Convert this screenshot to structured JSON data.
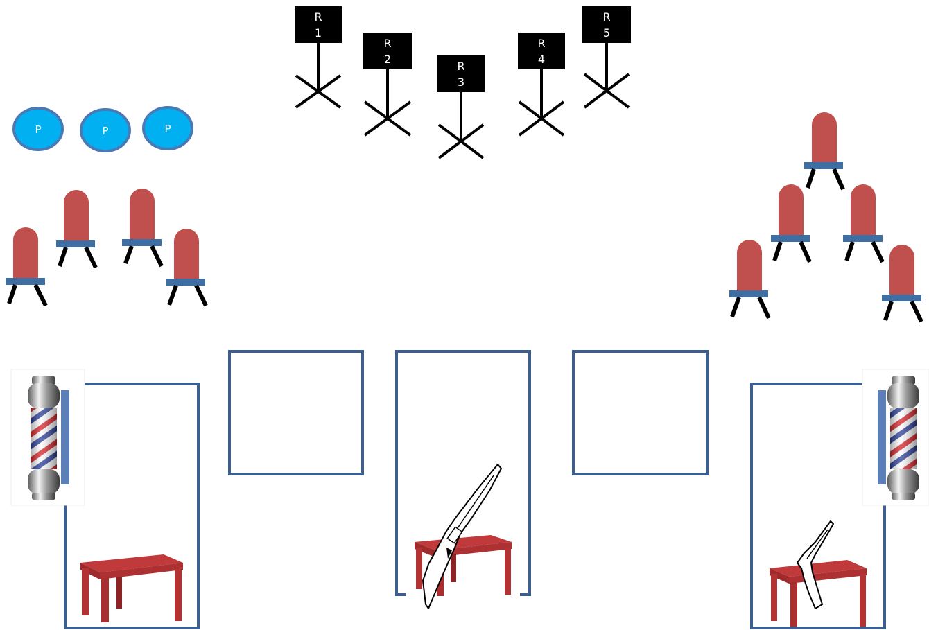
{
  "targets": [
    {
      "line1": "R",
      "line2": "1"
    },
    {
      "line1": "R",
      "line2": "2"
    },
    {
      "line1": "R",
      "line2": "3"
    },
    {
      "line1": "R",
      "line2": "4"
    },
    {
      "line1": "R",
      "line2": "5"
    }
  ],
  "position_markers": [
    {
      "label": "P"
    },
    {
      "label": "P"
    },
    {
      "label": "P"
    }
  ],
  "colors": {
    "target_sign": "#000000",
    "marker_fill": "#00b0f0",
    "marker_stroke": "#4a7ab5",
    "chair_back": "#c0504d",
    "chair_seat": "#3f6ea3",
    "chair_leg": "#000000",
    "box_stroke": "#3d5f8f",
    "table": "#c0393b",
    "table_dark": "#9e2a2c"
  },
  "icons": [
    "target-sign-icon",
    "position-marker-icon",
    "chair-icon",
    "barber-pole-icon",
    "table-icon",
    "rifle-icon"
  ]
}
